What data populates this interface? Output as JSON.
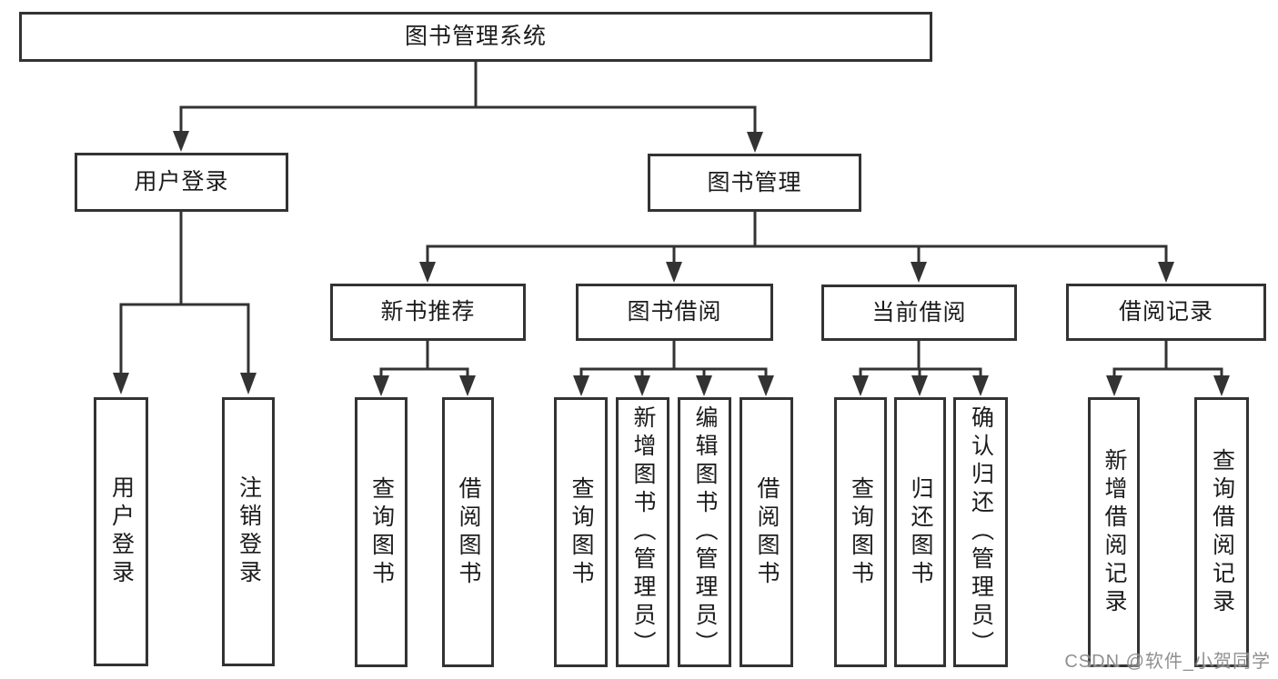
{
  "tree": {
    "label": "图书管理系统",
    "children": [
      {
        "label": "用户登录",
        "children": [
          {
            "label": "用户登录"
          },
          {
            "label": "注销登录"
          }
        ]
      },
      {
        "label": "图书管理",
        "children": [
          {
            "label": "新书推荐",
            "children": [
              {
                "label": "查询图书"
              },
              {
                "label": "借阅图书"
              }
            ]
          },
          {
            "label": "图书借阅",
            "children": [
              {
                "label": "查询图书"
              },
              {
                "label": "新增图书（管理员）"
              },
              {
                "label": "编辑图书（管理员）"
              },
              {
                "label": "借阅图书"
              }
            ]
          },
          {
            "label": "当前借阅",
            "children": [
              {
                "label": "查询图书"
              },
              {
                "label": "归还图书"
              },
              {
                "label": "确认归还（管理员）"
              }
            ]
          },
          {
            "label": "借阅记录",
            "children": [
              {
                "label": "新增借阅记录"
              },
              {
                "label": "查询借阅记录"
              }
            ]
          }
        ]
      }
    ]
  },
  "watermark": "CSDN @软件_小贺同学",
  "colors": {
    "line": "#333333",
    "text": "#1b1b1b",
    "watermark": "#7d7d7d",
    "background": "#ffffff"
  }
}
